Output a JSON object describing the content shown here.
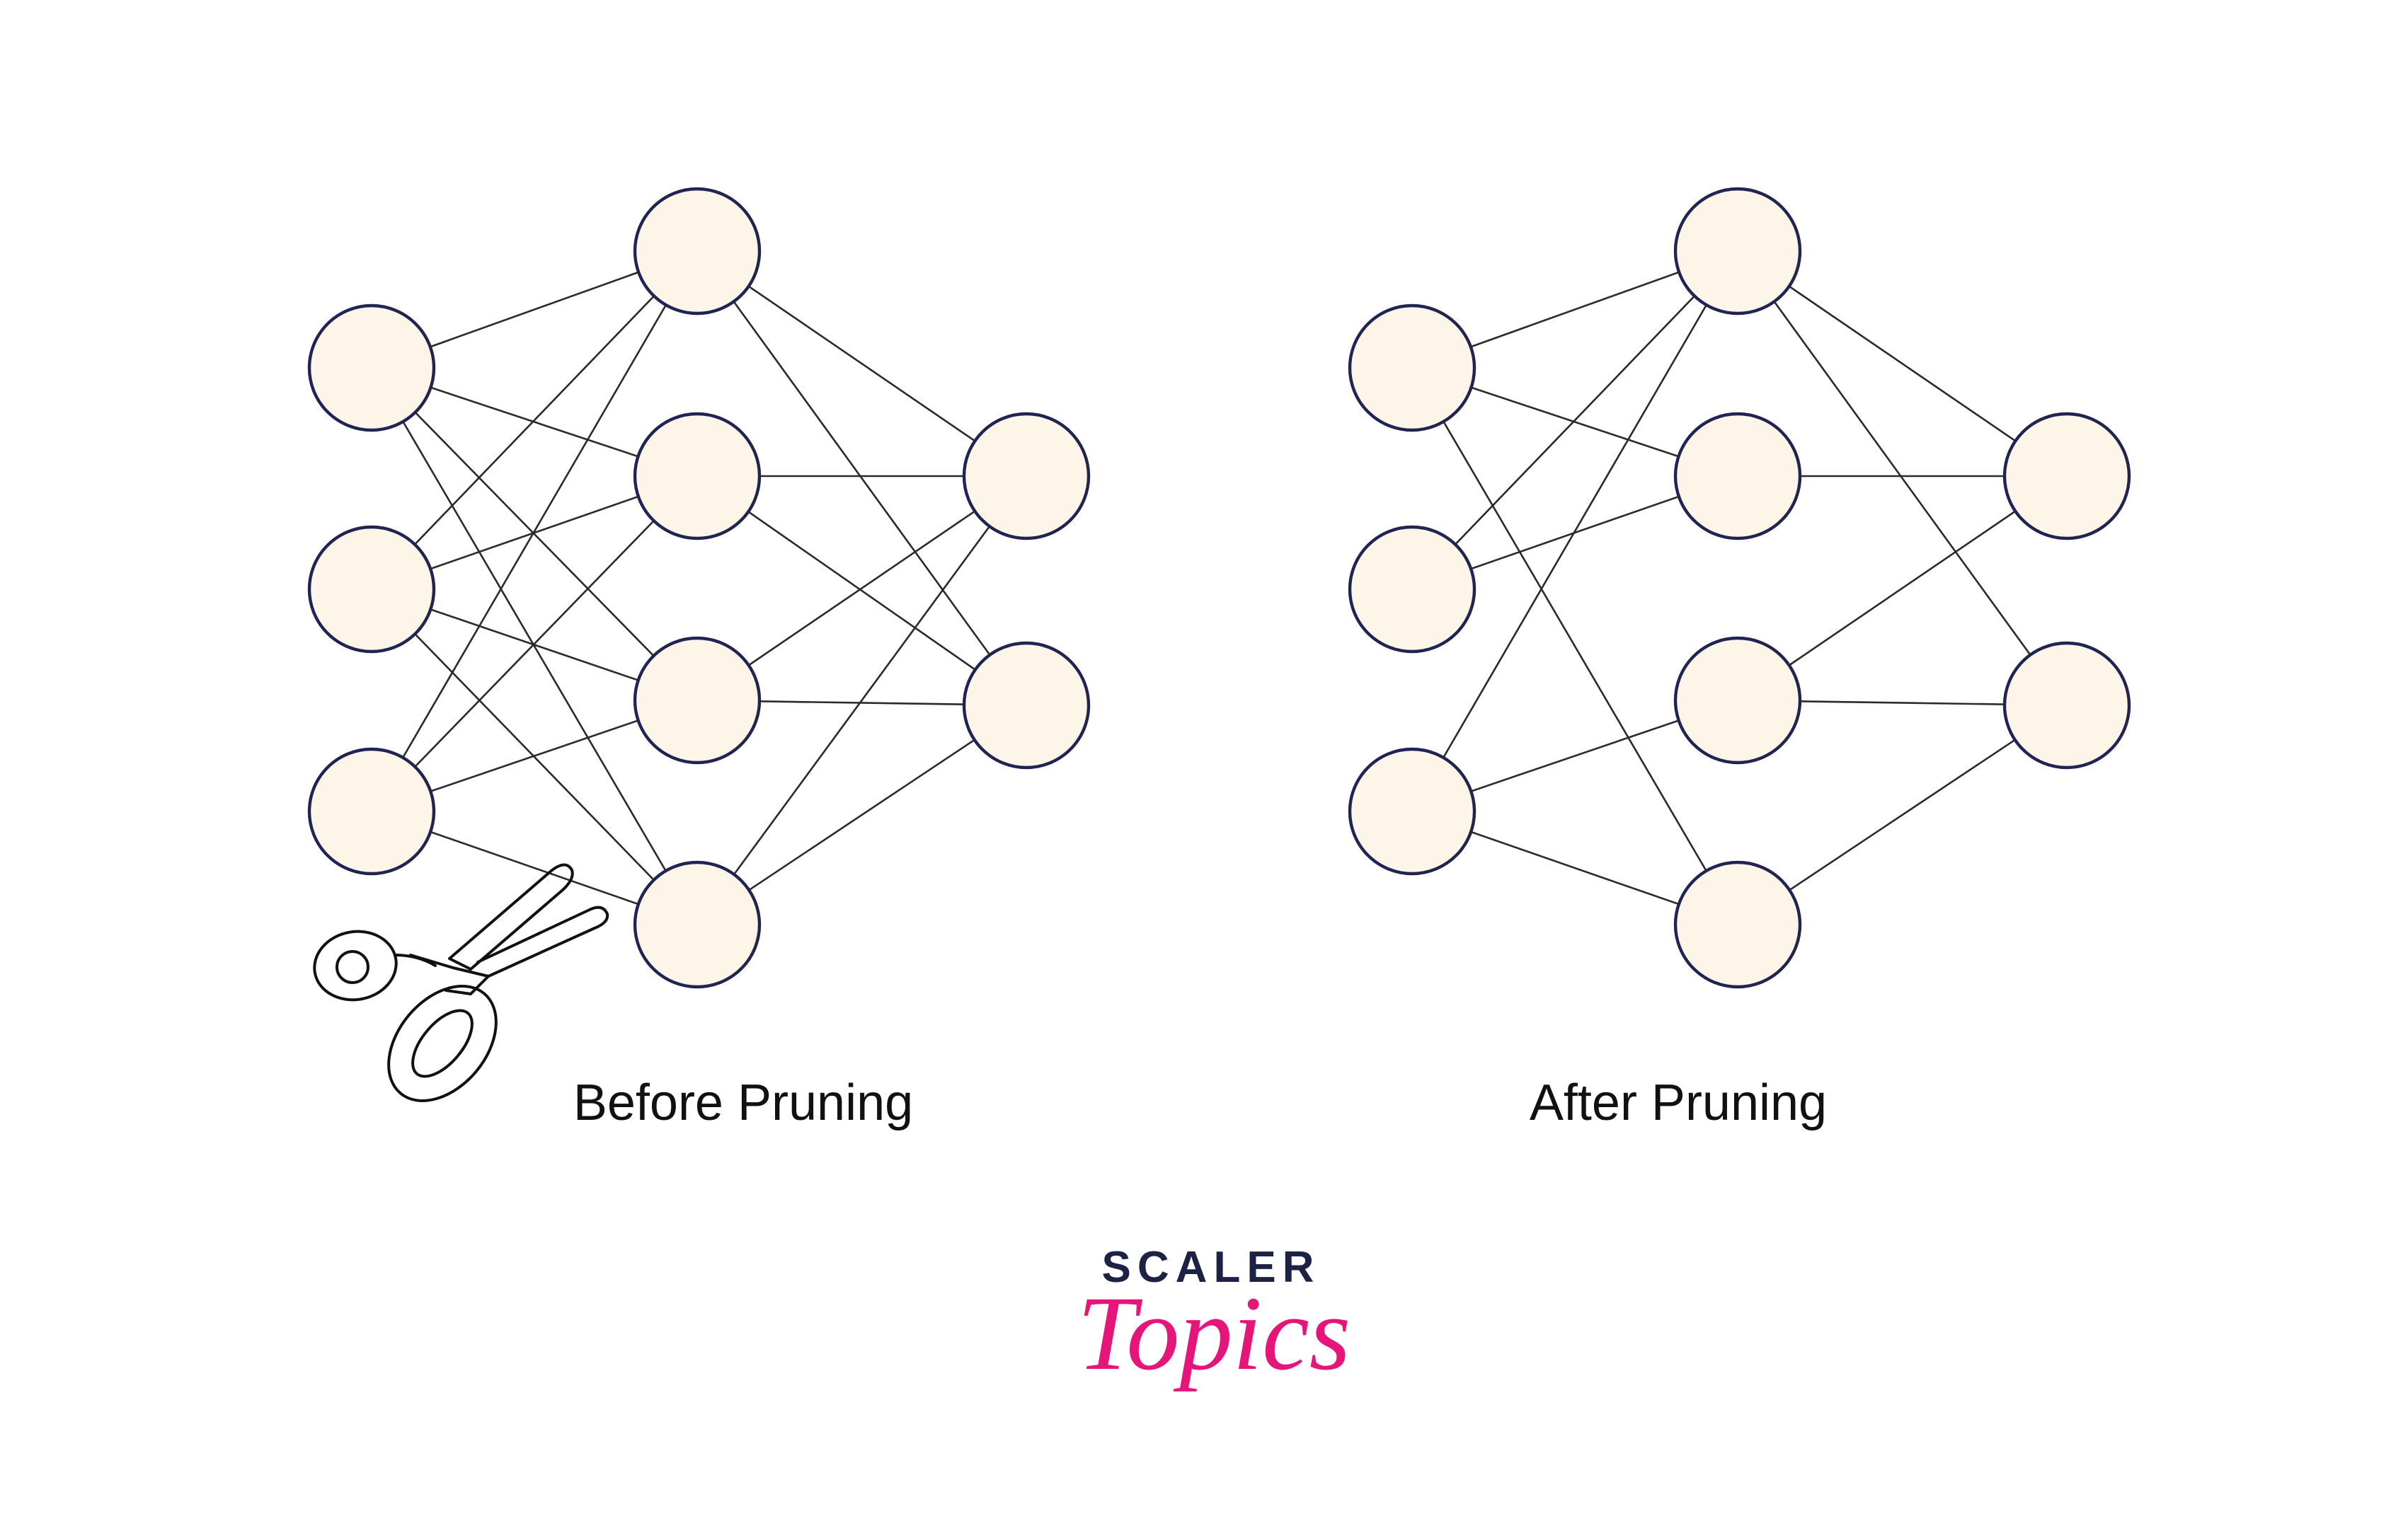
{
  "diagrams": [
    {
      "caption": "Before Pruning",
      "input_nodes": 3,
      "hidden_nodes": 4,
      "output_nodes": 2,
      "input_hidden_edges": [
        [
          0,
          0
        ],
        [
          0,
          1
        ],
        [
          0,
          2
        ],
        [
          0,
          3
        ],
        [
          1,
          0
        ],
        [
          1,
          1
        ],
        [
          1,
          2
        ],
        [
          1,
          3
        ],
        [
          2,
          0
        ],
        [
          2,
          1
        ],
        [
          2,
          2
        ],
        [
          2,
          3
        ]
      ],
      "hidden_output_edges": [
        [
          0,
          0
        ],
        [
          0,
          1
        ],
        [
          1,
          0
        ],
        [
          1,
          1
        ],
        [
          2,
          0
        ],
        [
          2,
          1
        ],
        [
          3,
          0
        ],
        [
          3,
          1
        ]
      ]
    },
    {
      "caption": "After Pruning",
      "input_nodes": 3,
      "hidden_nodes": 4,
      "output_nodes": 2,
      "input_hidden_edges": [
        [
          0,
          0
        ],
        [
          0,
          1
        ],
        [
          0,
          3
        ],
        [
          1,
          0
        ],
        [
          1,
          1
        ],
        [
          2,
          0
        ],
        [
          2,
          2
        ],
        [
          2,
          3
        ]
      ],
      "hidden_output_edges": [
        [
          0,
          0
        ],
        [
          0,
          1
        ],
        [
          1,
          0
        ],
        [
          2,
          0
        ],
        [
          2,
          1
        ],
        [
          3,
          1
        ]
      ]
    }
  ],
  "scissors_icon": "scissors-icon",
  "logo": {
    "line1": "SCALER",
    "line2": "Topics"
  },
  "colors": {
    "node_fill": "#fdf5e8",
    "node_stroke": "#1f2452",
    "edge": "#2a2a2a",
    "logo_dark": "#1b2243",
    "logo_pink": "#e5157a"
  }
}
